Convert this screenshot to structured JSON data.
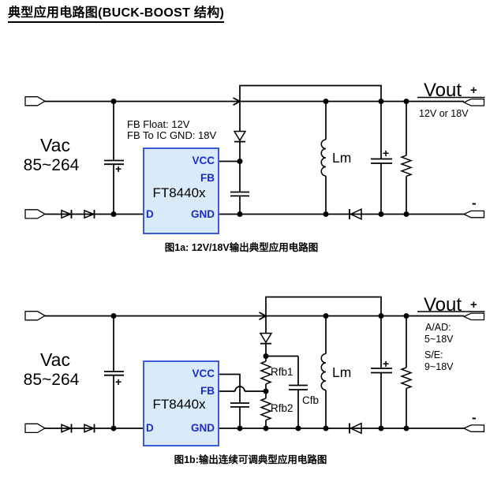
{
  "page": {
    "title": "典型应用电路图(BUCK-BOOST 结构)"
  },
  "colors": {
    "ic_fill": "#d9eaf8",
    "ic_border": "#3c5cd7",
    "pin_text": "#1c2bcd",
    "wire": "#000000"
  },
  "circuit_1a": {
    "input": {
      "name": "Vac",
      "range": "85~264"
    },
    "note": {
      "line1": "FB Float: 12V",
      "line2": "FB To IC GND: 18V"
    },
    "ic": {
      "part": "FT8440x",
      "pin_vcc": "VCC",
      "pin_fb": "FB",
      "pin_d": "D",
      "pin_gnd": "GND"
    },
    "inductor": "Lm",
    "input_cap_plus": "+",
    "output_cap_plus": "+",
    "output": {
      "label": "Vout",
      "plus": "+",
      "minus": "-",
      "voltage": "12V or 18V"
    },
    "caption": "图1a: 12V/18V输出典型应用电路图"
  },
  "circuit_1b": {
    "input": {
      "name": "Vac",
      "range": "85~264"
    },
    "ic": {
      "part": "FT8440x",
      "pin_vcc": "VCC",
      "pin_fb": "FB",
      "pin_d": "D",
      "pin_gnd": "GND"
    },
    "components": {
      "rfb1": "Rfb1",
      "rfb2": "Rfb2",
      "cfb": "Cfb",
      "inductor": "Lm"
    },
    "input_cap_plus": "+",
    "output_cap_plus": "+",
    "output": {
      "label": "Vout",
      "plus": "+",
      "minus": "-",
      "line1": "A/AD:",
      "line2": "5~18V",
      "line3": "S/E:",
      "line4": "9~18V"
    },
    "caption": "图1b:输出连续可调典型应用电路图"
  }
}
